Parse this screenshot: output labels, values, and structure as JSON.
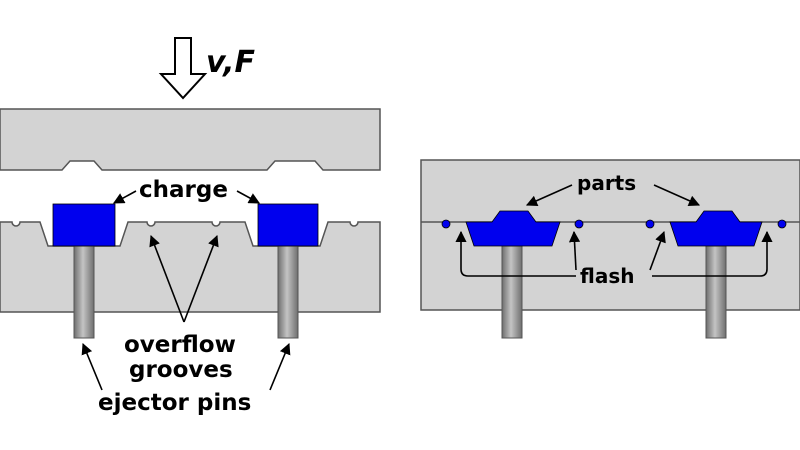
{
  "force_label": "v,F",
  "labels": {
    "charge": "charge",
    "overflow": "overflow",
    "grooves": "grooves",
    "ejector_pins": "ejector pins",
    "parts": "parts",
    "flash": "flash"
  },
  "colors": {
    "mold": "#d3d3d3",
    "charge": "#0000ee",
    "pin": "#8c8c8c",
    "outline": "#555555"
  }
}
